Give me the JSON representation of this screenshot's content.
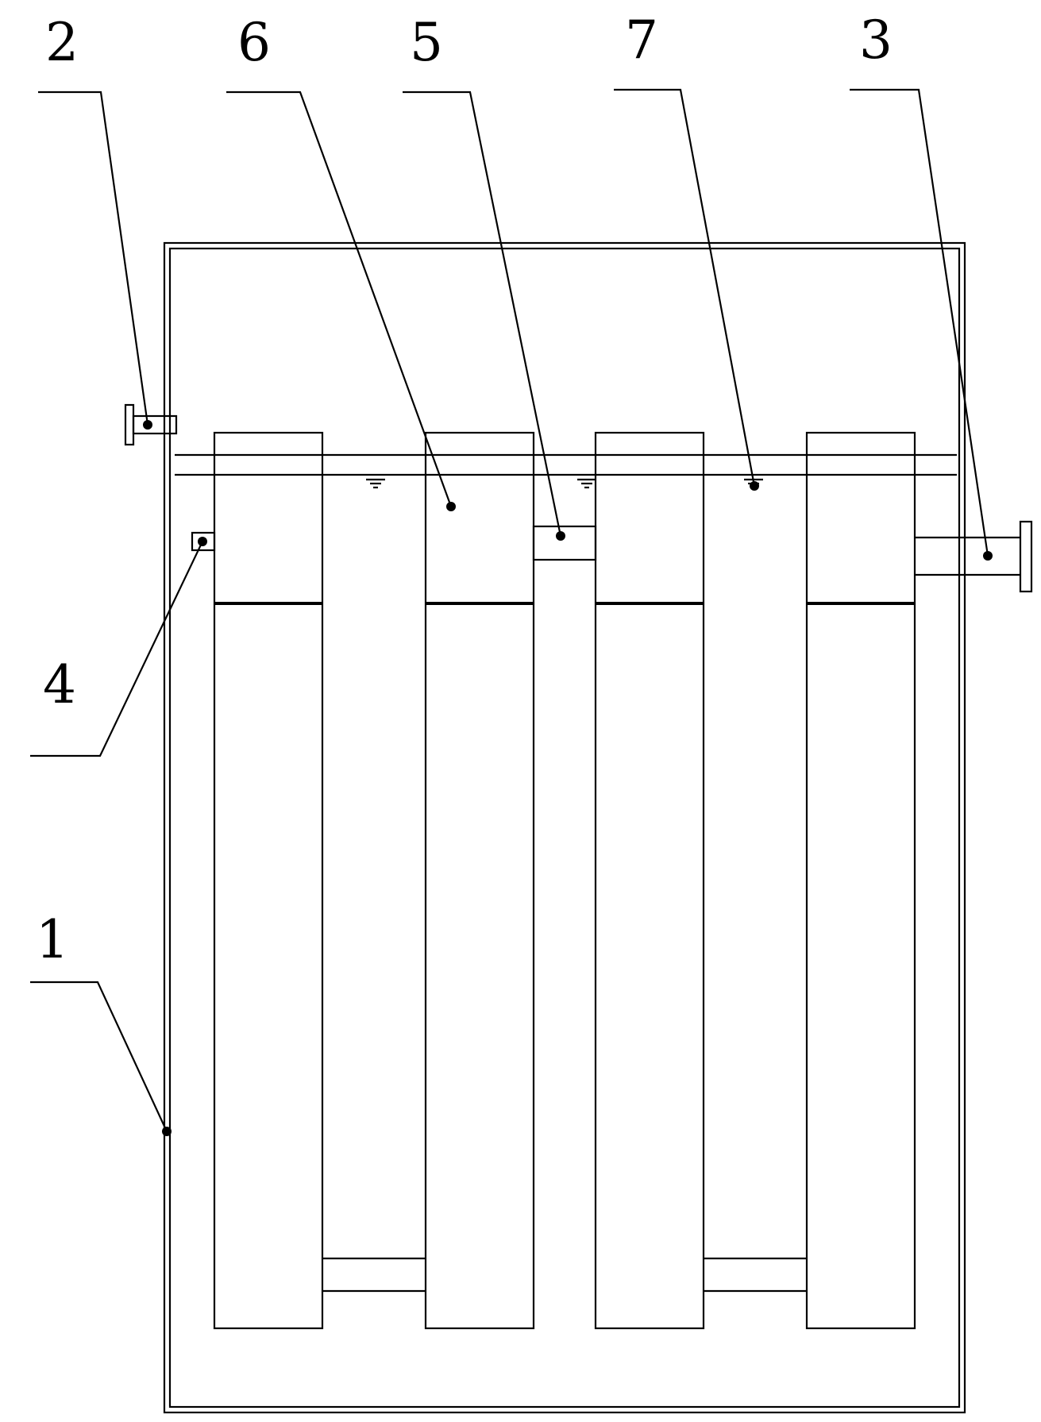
{
  "callouts": [
    {
      "id": "1",
      "label": "1"
    },
    {
      "id": "2",
      "label": "2"
    },
    {
      "id": "3",
      "label": "3"
    },
    {
      "id": "4",
      "label": "4"
    },
    {
      "id": "5",
      "label": "5"
    },
    {
      "id": "6",
      "label": "6"
    },
    {
      "id": "7",
      "label": "7"
    }
  ],
  "columns": [
    {
      "id": "column-1"
    },
    {
      "id": "column-2"
    },
    {
      "id": "column-3"
    },
    {
      "id": "column-4"
    }
  ],
  "colors": {
    "line": "#000000",
    "background": "#ffffff"
  }
}
